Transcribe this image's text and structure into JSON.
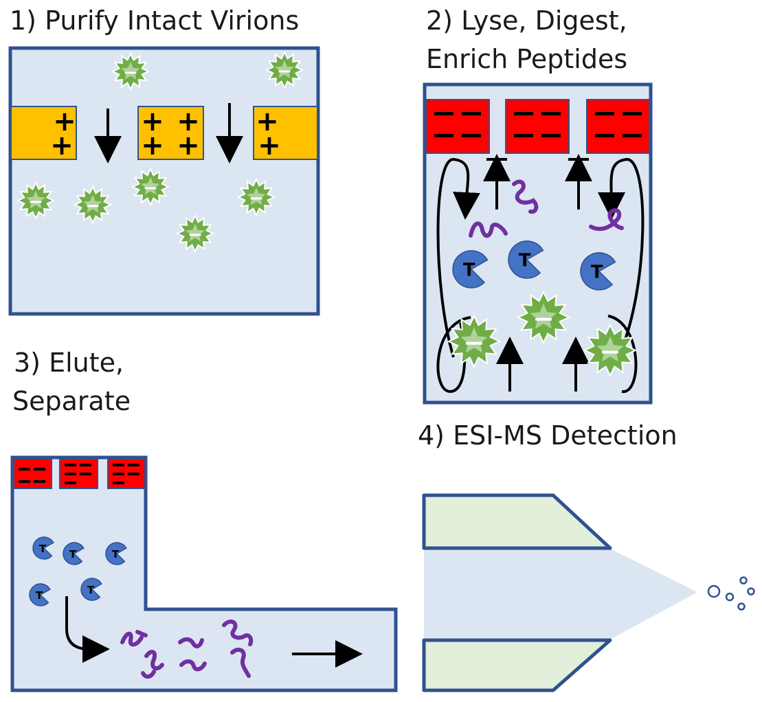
{
  "panels": {
    "p1": {
      "title": "1) Purify Intact Virions"
    },
    "p2": {
      "title_line1": "2) Lyse, Digest,",
      "title_line2": "Enrich Peptides"
    },
    "p3": {
      "title_line1": "3) Elute,",
      "title_line2": "Separate"
    },
    "p4": {
      "title": "4) ESI-MS Detection"
    }
  },
  "glyphs": {
    "positive": "+",
    "negative": "−",
    "enzyme": "T"
  },
  "colors": {
    "chamber_fill": "#dce6f2",
    "chamber_border": "#2f528f",
    "positive_resin": "#ffc000",
    "negative_resin": "#ff0000",
    "virion": "#70ad47",
    "trypsin": "#4472c4",
    "peptide": "#7030a0",
    "emitter_wall": "#e2efda"
  }
}
